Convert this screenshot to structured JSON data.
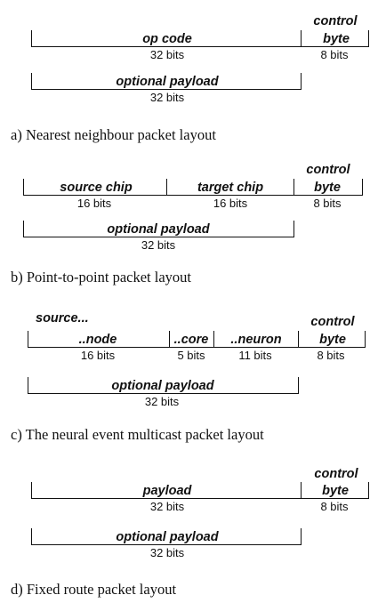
{
  "a": {
    "field1": {
      "name": "op code",
      "bits": "32 bits"
    },
    "control": {
      "line1": "control",
      "line2": "byte",
      "bits": "8 bits"
    },
    "payload": {
      "name": "optional payload",
      "bits": "32 bits"
    },
    "caption": "a) Nearest neighbour packet layout"
  },
  "b": {
    "field1": {
      "name": "source chip",
      "bits": "16 bits"
    },
    "field2": {
      "name": "target chip",
      "bits": "16 bits"
    },
    "control": {
      "line1": "control",
      "line2": "byte",
      "bits": "8 bits"
    },
    "payload": {
      "name": "optional payload",
      "bits": "32 bits"
    },
    "caption": "b) Point-to-point packet layout"
  },
  "c": {
    "source": "source...",
    "field1": {
      "name": "..node",
      "bits": "16 bits"
    },
    "field2": {
      "name": "..core",
      "bits": "5 bits"
    },
    "field3": {
      "name": "..neuron",
      "bits": "11 bits"
    },
    "control": {
      "line1": "control",
      "line2": "byte",
      "bits": "8 bits"
    },
    "payload": {
      "name": "optional payload",
      "bits": "32 bits"
    },
    "caption": "c) The neural event multicast packet layout"
  },
  "d": {
    "field1": {
      "name": "payload",
      "bits": "32 bits"
    },
    "control": {
      "line1": "control",
      "line2": "byte",
      "bits": "8 bits"
    },
    "payload": {
      "name": "optional payload",
      "bits": "32 bits"
    },
    "caption": "d) Fixed route packet layout"
  }
}
